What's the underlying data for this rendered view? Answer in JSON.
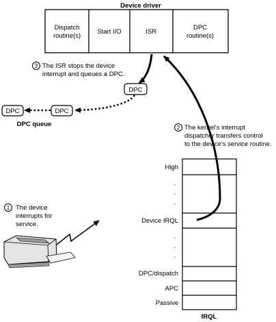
{
  "driver": {
    "title": "Device driver",
    "routines": [
      {
        "line1": "Dispatch",
        "line2": "routine(s)"
      },
      {
        "line1": "Start I/O",
        "line2": ""
      },
      {
        "line1": "ISR",
        "line2": ""
      },
      {
        "line1": "DPC",
        "line2": "routine(s)"
      }
    ]
  },
  "dpc": {
    "object_label": "DPC",
    "queue_items": [
      "DPC",
      "DPC"
    ],
    "queue_label": "DPC queue"
  },
  "steps": [
    {
      "number": "1",
      "lines": [
        "The device",
        "interrupts for",
        "service."
      ]
    },
    {
      "number": "2",
      "lines": [
        "The kernel's interrupt",
        "dispatcher transfers control",
        "to the device's service routine."
      ]
    },
    {
      "number": "3",
      "lines": [
        "The ISR stops the device",
        "interrupt and queues a DPC."
      ]
    }
  ],
  "irql": {
    "title": "IRQL",
    "levels": [
      "High",
      "Device IRQL",
      "DPC/dispatch",
      "APC",
      "Passive"
    ],
    "ellipsis": "."
  },
  "colors": {
    "line": "#000000",
    "device_body": "#e4e4e4",
    "device_shadow": "#9a9a9a"
  }
}
